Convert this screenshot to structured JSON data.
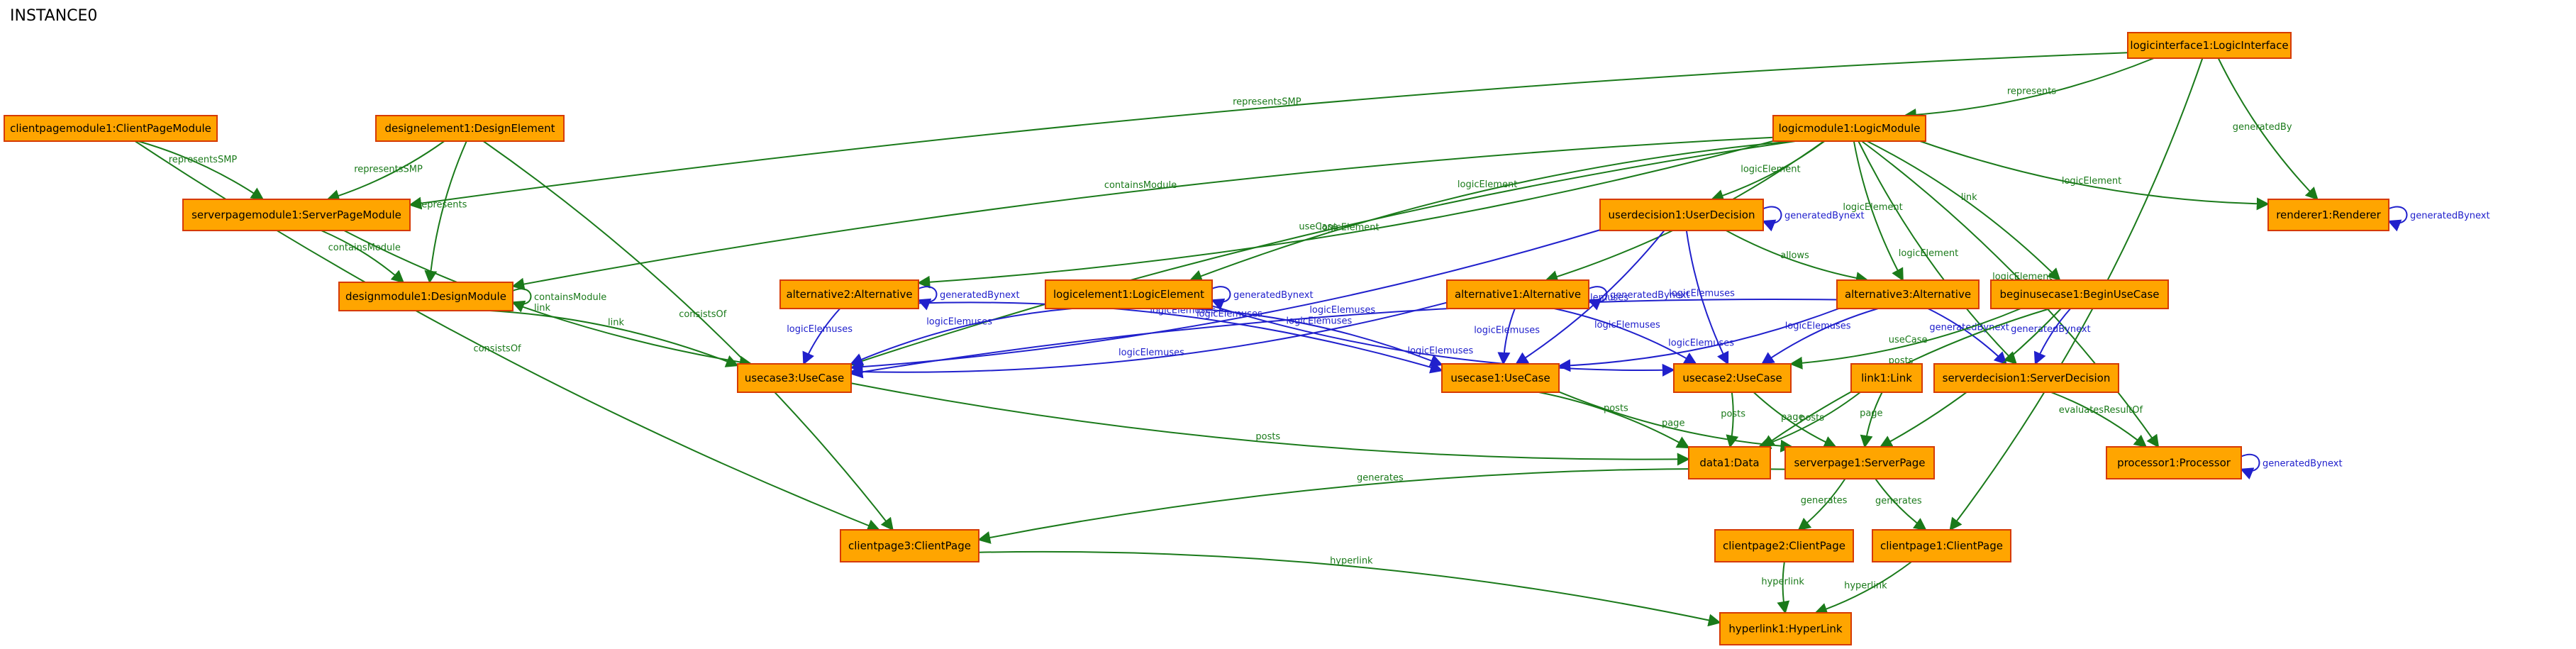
{
  "title": "INSTANCE0",
  "colors": {
    "node_fill": "#ffa500",
    "node_border": "#d63a00",
    "green_edge": "#1a7a1a",
    "blue_edge": "#2020cc"
  },
  "nodes": {
    "logicinterface1": "logicinterface1:LogicInterface",
    "clientpagemodule1": "clientpagemodule1:ClientPageModule",
    "designelement1": "designelement1:DesignElement",
    "logicmodule1": "logicmodule1:LogicModule",
    "serverpagemodule1": "serverpagemodule1:ServerPageModule",
    "userdecision1": "userdecision1:UserDecision",
    "renderer1": "renderer1:Renderer",
    "designmodule1": "designmodule1:DesignModule",
    "alternative2": "alternative2:Alternative",
    "logicelement1": "logicelement1:LogicElement",
    "alternative1": "alternative1:Alternative",
    "alternative3": "alternative3:Alternative",
    "beginusecase1": "beginusecase1:BeginUseCase",
    "usecase3": "usecase3:UseCase",
    "usecase1": "usecase1:UseCase",
    "usecase2": "usecase2:UseCase",
    "link1": "link1:Link",
    "serverdecision1": "serverdecision1:ServerDecision",
    "data1": "data1:Data",
    "serverpage1": "serverpage1:ServerPage",
    "processor1": "processor1:Processor",
    "clientpage3": "clientpage3:ClientPage",
    "clientpage2": "clientpage2:ClientPage",
    "clientpage1": "clientpage1:ClientPage",
    "hyperlink1": "hyperlink1:HyperLink"
  },
  "edges": [
    {
      "from": "logicinterface1",
      "to": "logicmodule1",
      "label": "represents",
      "color": "green"
    },
    {
      "from": "logicinterface1",
      "to": "renderer1",
      "label": "generatedBy",
      "color": "green"
    },
    {
      "from": "logicinterface1",
      "to": "clientpage1",
      "label": "consistsOf",
      "color": "green"
    },
    {
      "from": "logicinterface1",
      "to": "serverpagemodule1",
      "label": "representsSMP",
      "color": "green"
    },
    {
      "from": "clientpagemodule1",
      "to": "serverpagemodule1",
      "label": "representsSMP",
      "color": "green"
    },
    {
      "from": "clientpagemodule1",
      "to": "clientpage3",
      "label": "consistsOf",
      "color": "green"
    },
    {
      "from": "designelement1",
      "to": "serverpagemodule1",
      "label": "representsSMP",
      "color": "green"
    },
    {
      "from": "designelement1",
      "to": "designmodule1",
      "label": "represents",
      "color": "green"
    },
    {
      "from": "designelement1",
      "to": "clientpage3",
      "label": "consistsOf",
      "color": "green"
    },
    {
      "from": "logicmodule1",
      "to": "designmodule1",
      "label": "containsModule",
      "color": "green"
    },
    {
      "from": "logicmodule1",
      "to": "userdecision1",
      "label": "logicElement",
      "color": "green"
    },
    {
      "from": "logicmodule1",
      "to": "renderer1",
      "label": "logicElement",
      "color": "green"
    },
    {
      "from": "logicmodule1",
      "to": "alternative2",
      "label": "logicElement",
      "color": "green"
    },
    {
      "from": "logicmodule1",
      "to": "logicelement1",
      "label": "logicElement",
      "color": "green"
    },
    {
      "from": "logicmodule1",
      "to": "alternative1",
      "label": "logicElement",
      "color": "green"
    },
    {
      "from": "logicmodule1",
      "to": "alternative3",
      "label": "logicElement",
      "color": "green"
    },
    {
      "from": "logicmodule1",
      "to": "beginusecase1",
      "label": "link",
      "color": "green"
    },
    {
      "from": "logicmodule1",
      "to": "serverdecision1",
      "label": "logicElement",
      "color": "green"
    },
    {
      "from": "logicmodule1",
      "to": "processor1",
      "label": "logicElement",
      "color": "green"
    },
    {
      "from": "logicmodule1",
      "to": "usecase3",
      "label": "useCase",
      "color": "green"
    },
    {
      "from": "serverpagemodule1",
      "to": "designmodule1",
      "label": "containsModule",
      "color": "green"
    },
    {
      "from": "serverpagemodule1",
      "to": "usecase3",
      "label": "link",
      "color": "green"
    },
    {
      "from": "designmodule1",
      "to": "usecase3",
      "label": "link",
      "color": "green"
    },
    {
      "from": "userdecision1",
      "to": "alternative3",
      "label": "allows",
      "color": "green"
    },
    {
      "from": "userdecision1",
      "to": "usecase1",
      "label": "logicElemuses",
      "color": "blue"
    },
    {
      "from": "userdecision1",
      "to": "usecase2",
      "label": "logicElemuses",
      "color": "blue"
    },
    {
      "from": "userdecision1",
      "to": "usecase3",
      "label": "logicElemuses",
      "color": "blue"
    },
    {
      "from": "alternative2",
      "to": "usecase3",
      "label": "logicElemuses",
      "color": "blue"
    },
    {
      "from": "alternative2",
      "to": "usecase1",
      "label": "logicElemuses",
      "color": "blue"
    },
    {
      "from": "logicelement1",
      "to": "usecase3",
      "label": "logicElemuses",
      "color": "blue"
    },
    {
      "from": "logicelement1",
      "to": "usecase1",
      "label": "logicElemuses",
      "color": "blue"
    },
    {
      "from": "logicelement1",
      "to": "usecase2",
      "label": "logicElemuses",
      "color": "blue"
    },
    {
      "from": "alternative1",
      "to": "usecase3",
      "label": "logicElemuses",
      "color": "blue"
    },
    {
      "from": "alternative1",
      "to": "usecase1",
      "label": "logicElemuses",
      "color": "blue"
    },
    {
      "from": "alternative1",
      "to": "usecase2",
      "label": "logicElemuses",
      "color": "blue"
    },
    {
      "from": "alternative3",
      "to": "usecase3",
      "label": "logicElemuses",
      "color": "blue"
    },
    {
      "from": "alternative3",
      "to": "usecase1",
      "label": "logicElemuses",
      "color": "blue"
    },
    {
      "from": "alternative3",
      "to": "usecase2",
      "label": "logicElemuses",
      "color": "blue"
    },
    {
      "from": "alternative3",
      "to": "serverdecision1",
      "label": "generatedBynext",
      "color": "blue"
    },
    {
      "from": "beginusecase1",
      "to": "serverdecision1",
      "label": "generatedBynext",
      "color": "blue"
    },
    {
      "from": "beginusecase1",
      "to": "usecase2",
      "label": "useCase",
      "color": "green"
    },
    {
      "from": "beginusecase1",
      "to": "data1",
      "label": "posts",
      "color": "green"
    },
    {
      "from": "beginusecase1",
      "to": "serverpage1",
      "label": "page",
      "color": "green"
    },
    {
      "from": "usecase3",
      "to": "data1",
      "label": "posts",
      "color": "green"
    },
    {
      "from": "usecase1",
      "to": "data1",
      "label": "posts",
      "color": "green"
    },
    {
      "from": "usecase1",
      "to": "serverpage1",
      "label": "page",
      "color": "green"
    },
    {
      "from": "usecase2",
      "to": "data1",
      "label": "posts",
      "color": "green"
    },
    {
      "from": "usecase2",
      "to": "serverpage1",
      "label": "page",
      "color": "green"
    },
    {
      "from": "link1",
      "to": "data1",
      "label": "posts",
      "color": "green"
    },
    {
      "from": "link1",
      "to": "serverpage1",
      "label": "page",
      "color": "green"
    },
    {
      "from": "serverdecision1",
      "to": "processor1",
      "label": "evaluatesResultOf",
      "color": "green"
    },
    {
      "from": "serverpage1",
      "to": "clientpage3",
      "label": "generates",
      "color": "green"
    },
    {
      "from": "serverpage1",
      "to": "clientpage2",
      "label": "generates",
      "color": "green"
    },
    {
      "from": "serverpage1",
      "to": "clientpage1",
      "label": "generates",
      "color": "green"
    },
    {
      "from": "clientpage3",
      "to": "hyperlink1",
      "label": "hyperlink",
      "color": "green"
    },
    {
      "from": "clientpage2",
      "to": "hyperlink1",
      "label": "hyperlink",
      "color": "green"
    },
    {
      "from": "clientpage1",
      "to": "hyperlink1",
      "label": "hyperlink",
      "color": "green"
    }
  ],
  "self_loops": [
    {
      "node": "userdecision1",
      "label": "generatedBynext",
      "color": "blue"
    },
    {
      "node": "renderer1",
      "label": "generatedBynext",
      "color": "blue"
    },
    {
      "node": "designmodule1",
      "label": "containsModule",
      "color": "green"
    },
    {
      "node": "alternative2",
      "label": "generatedBynext",
      "color": "blue"
    },
    {
      "node": "logicelement1",
      "label": "generatedBynext",
      "color": "blue"
    },
    {
      "node": "alternative1",
      "label": "generatedBynext",
      "color": "blue"
    },
    {
      "node": "processor1",
      "label": "generatedBynext",
      "color": "blue"
    }
  ]
}
